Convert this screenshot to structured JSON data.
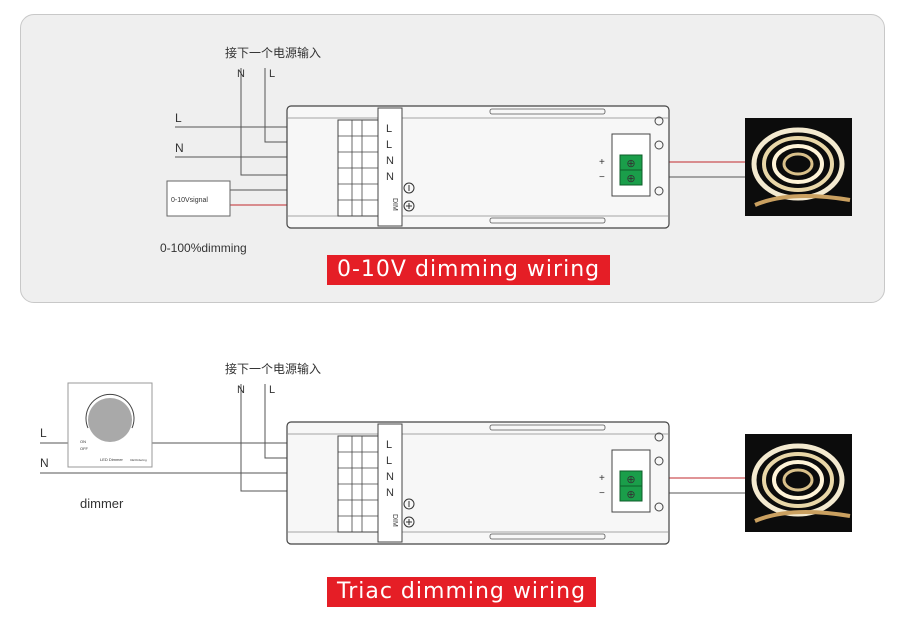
{
  "diagrams": [
    {
      "next_supply_label": "接下一个电源输入",
      "supply_n": "N",
      "supply_l": "L",
      "input_l": "L",
      "input_n": "N",
      "terminal_labels": [
        "L",
        "L",
        "N",
        "N",
        "DIM"
      ],
      "signal_box_label": "0-10Vsignal",
      "control_caption": "0-100%dimming",
      "output_plus": "+",
      "output_minus": "−",
      "banner": "0-10V dimming wiring"
    },
    {
      "next_supply_label": "接下一个电源输入",
      "supply_n": "N",
      "supply_l": "L",
      "input_l": "L",
      "input_n": "N",
      "terminal_labels": [
        "L",
        "L",
        "N",
        "N",
        "DIM"
      ],
      "dimmer_on": "ON",
      "dimmer_off": "OFF",
      "dimmer_name": "LED Dimmer",
      "dimmer_brand": "CE/Ordering",
      "control_caption": "dimmer",
      "output_plus": "+",
      "output_minus": "−",
      "banner": "Triac dimming wiring"
    }
  ],
  "colors": {
    "panel_bg": "#efefef",
    "banner_red": "#e51e26",
    "wire_red": "#c0282d",
    "terminal_green": "#1a9e4a"
  }
}
